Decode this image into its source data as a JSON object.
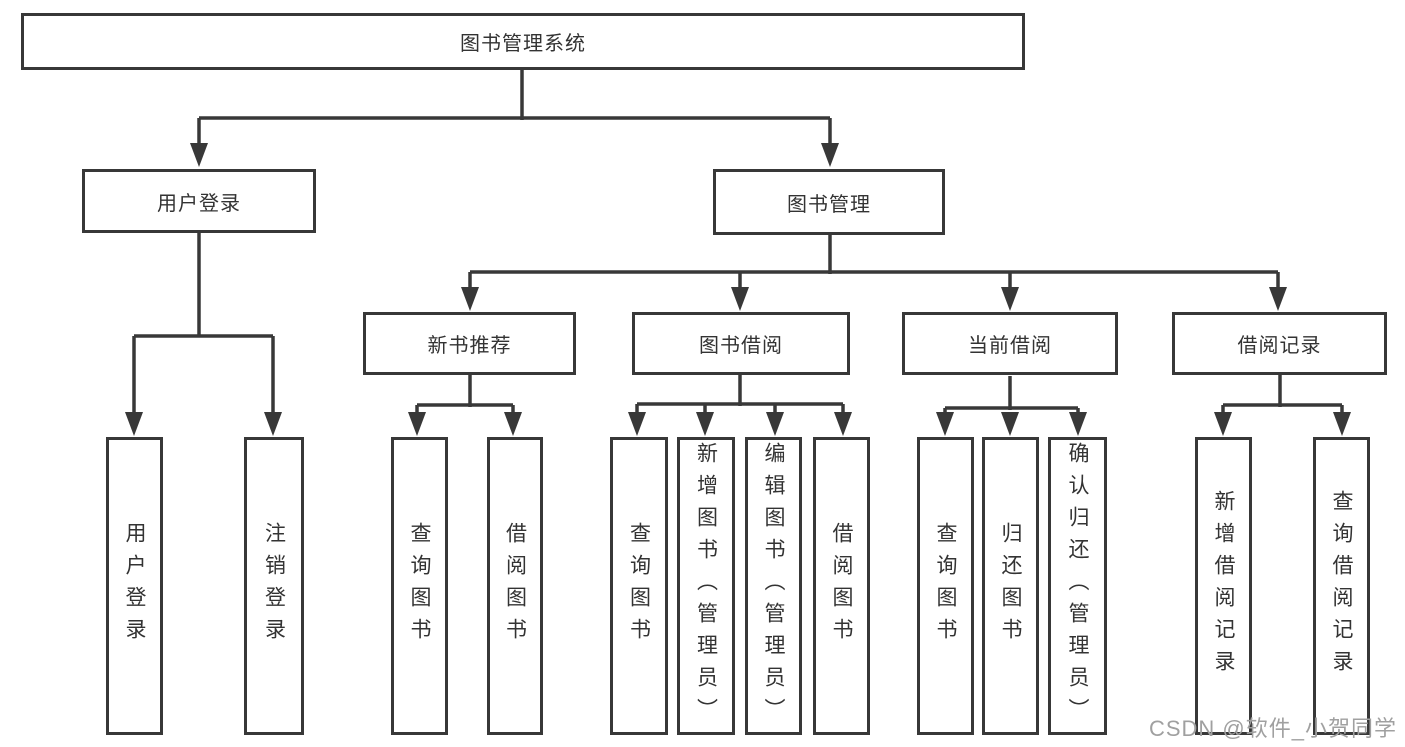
{
  "diagram": {
    "root": "图书管理系统",
    "branches": [
      {
        "id": "user-login",
        "label": "用户登录",
        "children": [
          "用户登录",
          "注销登录"
        ]
      },
      {
        "id": "book-management",
        "label": "图书管理",
        "sections": [
          {
            "label": "新书推荐",
            "children": [
              "查询图书",
              "借阅图书"
            ]
          },
          {
            "label": "图书借阅",
            "children": [
              "查询图书",
              "新增图书（管理员）",
              "编辑图书（管理员）",
              "借阅图书"
            ]
          },
          {
            "label": "当前借阅",
            "children": [
              "查询图书",
              "归还图书",
              "确认归还（管理员）"
            ]
          },
          {
            "label": "借阅记录",
            "children": [
              "新增借阅记录",
              "查询借阅记录"
            ]
          }
        ]
      }
    ],
    "watermark": "CSDN @软件_小贺同学",
    "colors": {
      "line": "#383838",
      "text": "#333333",
      "background": "#ffffff",
      "watermark": "#a0a0a0"
    }
  }
}
